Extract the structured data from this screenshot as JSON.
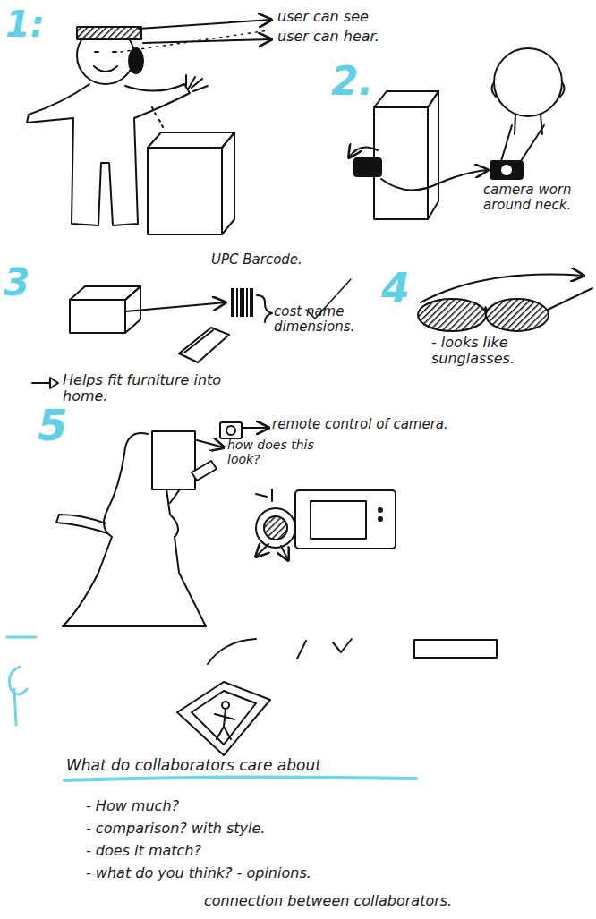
{
  "diagram": {
    "labels": [
      "1:",
      "user can see",
      "user can hear.",
      "2.",
      "camera worn around neck.",
      "3",
      "UPC Barcode.",
      "cost name dimensions.",
      "Helps fit furniture into home.",
      "4",
      "- looks like sunglasses.",
      "5",
      "remote control of camera.",
      "how does this look?",
      "What do collaborators care about",
      "- How much?",
      "- comparison? with style.",
      "- does it match?",
      "- what do you think? - opinions.",
      "connection between collaborators."
    ]
  }
}
